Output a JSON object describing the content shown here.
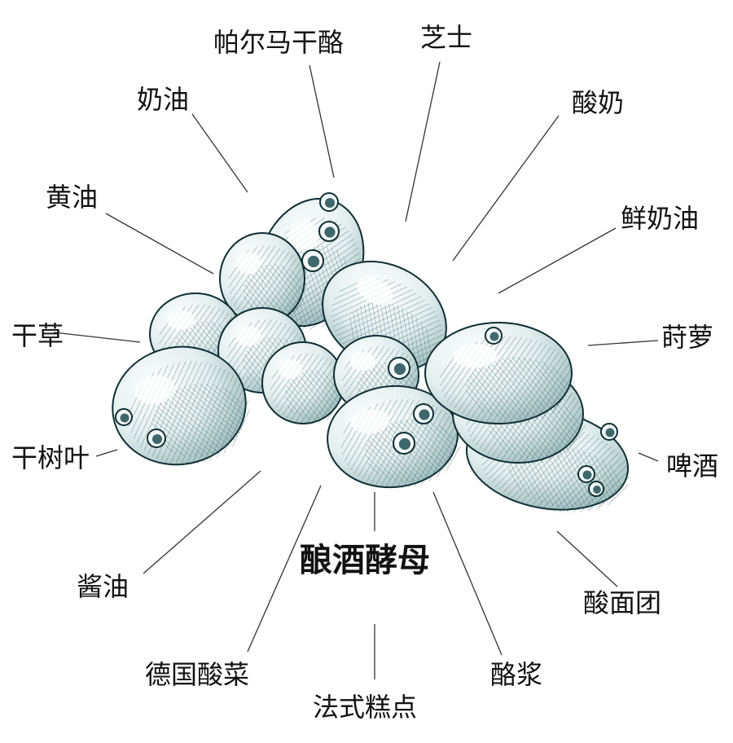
{
  "colors": {
    "ink": "#1f4f55",
    "shade": "#d7e6e6",
    "dark": "#0f2f33",
    "line": "#333333",
    "text": "#111111"
  },
  "center_label": "酿酒酵母",
  "labels": [
    {
      "id": "parma",
      "text": "帕尔马干酪"
    },
    {
      "id": "cheese",
      "text": "芝士"
    },
    {
      "id": "cream",
      "text": "奶油"
    },
    {
      "id": "yogurt",
      "text": "酸奶"
    },
    {
      "id": "butter",
      "text": "黄油"
    },
    {
      "id": "fresh-cream",
      "text": "鲜奶油"
    },
    {
      "id": "hay",
      "text": "干草"
    },
    {
      "id": "dill",
      "text": "莳萝"
    },
    {
      "id": "dry-leaves",
      "text": "干树叶"
    },
    {
      "id": "beer",
      "text": "啤酒"
    },
    {
      "id": "soy-sauce",
      "text": "酱油"
    },
    {
      "id": "sourdough",
      "text": "酸面团"
    },
    {
      "id": "sauerkraut",
      "text": "德国酸菜"
    },
    {
      "id": "buttermilk",
      "text": "酪浆"
    },
    {
      "id": "french-pastry",
      "text": "法式糕点"
    }
  ]
}
